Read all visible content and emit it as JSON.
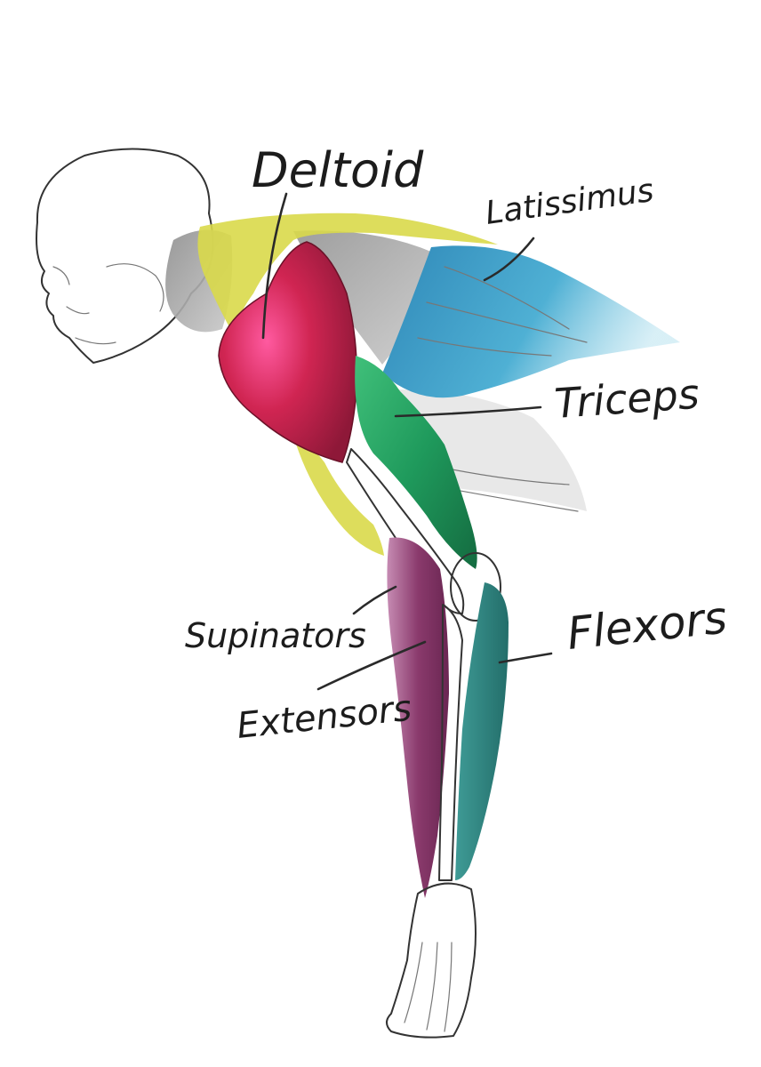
{
  "diagram": {
    "labels": [
      {
        "id": "deltoid",
        "text": "Deltoid"
      },
      {
        "id": "latissimus",
        "text": "Latissimus"
      },
      {
        "id": "triceps",
        "text": "Triceps"
      },
      {
        "id": "supinators",
        "text": "Supinators"
      },
      {
        "id": "flexors",
        "text": "Flexors"
      },
      {
        "id": "extensors",
        "text": "Extensors"
      }
    ],
    "colors": {
      "trapezius_yellow": "#d9d94a",
      "deltoid_red": "#c8234a",
      "latissimus_blue": "#3a9cc4",
      "triceps_green": "#1f9a5c",
      "extensors_purple": "#8a3a6c",
      "flexors_teal": "#2f8a86",
      "graphite": "#9a9a9a"
    }
  }
}
